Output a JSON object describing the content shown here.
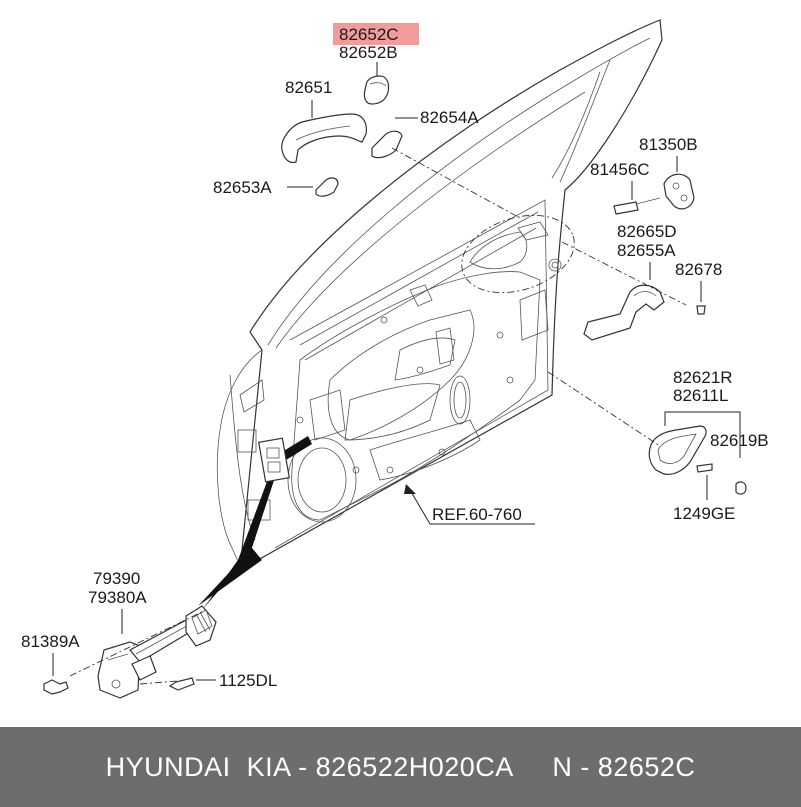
{
  "callouts": {
    "p82652c": "82652C",
    "p82652b": "82652B",
    "p82651": "82651",
    "p82654a": "82654A",
    "p82653a": "82653A",
    "p81350b": "81350B",
    "p81456c": "81456C",
    "p82665d": "82665D",
    "p82655a": "82655A",
    "p82678": "82678",
    "p82621r": "82621R",
    "p82611l": "82611L",
    "p82619b": "82619B",
    "p1249ge": "1249GE",
    "ref": "REF.60-760",
    "p79390": "79390",
    "p79380a": "79380A",
    "p81389a": "81389A",
    "p1125dl": "1125DL"
  },
  "highlight_color": "#f29b9b",
  "footer": {
    "text": "HYUNDAI  KIA - 826522H020CA     N - 82652C",
    "background": "#6d6d6d"
  }
}
